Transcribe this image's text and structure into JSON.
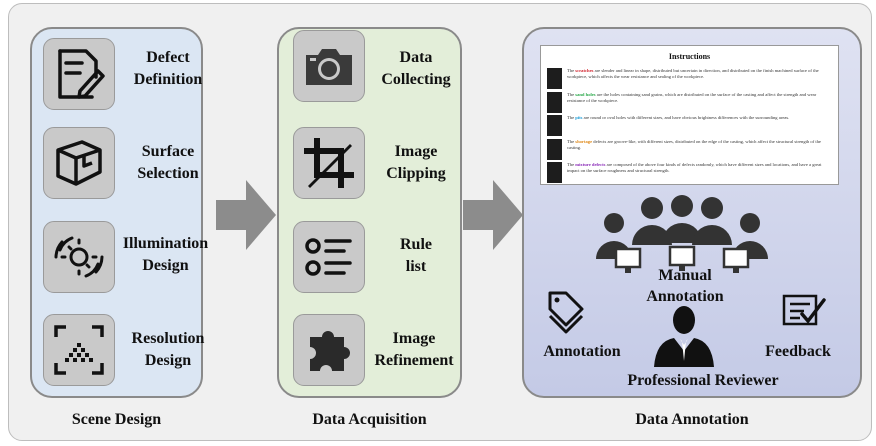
{
  "scene_design": {
    "caption": "Scene Design",
    "steps": [
      {
        "line1": "Defect",
        "line2": "Definition",
        "icon": "edit-document-icon"
      },
      {
        "line1": "Surface",
        "line2": "Selection",
        "icon": "cube-icon"
      },
      {
        "line1": "Illumination",
        "line2": "Design",
        "icon": "light-icon"
      },
      {
        "line1": "Resolution",
        "line2": "Design",
        "icon": "focus-frame-icon"
      }
    ]
  },
  "data_acquisition": {
    "caption": "Data Acquisition",
    "steps": [
      {
        "line1": "Data",
        "line2": "Collecting",
        "icon": "camera-icon"
      },
      {
        "line1": "Image",
        "line2": "Clipping",
        "icon": "crop-icon"
      },
      {
        "line1": "Rule",
        "line2": "list",
        "icon": "list-icon"
      },
      {
        "line1": "Image",
        "line2": "Refinement",
        "icon": "puzzle-icon"
      }
    ]
  },
  "data_annotation": {
    "caption": "Data Annotation",
    "instructions": {
      "title": "Instructions",
      "rows": [
        {
          "keyword": "scratches",
          "color": "#d0202a",
          "pre": "The ",
          "post": " are slender and linear in shape, distributed but uncertain in direction, and distributed on the finish machined surface of the workpiece, which affects the wear resistance and sealing of the workpiece."
        },
        {
          "keyword": "sand holes",
          "color": "#2aa84a",
          "pre": "The ",
          "post": " are the holes containing sand grains, which are distributed on the surface of the casting and affect the strength and wear resistance of the workpiece."
        },
        {
          "keyword": "pits",
          "color": "#1a9bd6",
          "pre": "The ",
          "post": " are round or oval holes with different sizes, and have obvious brightness differences with the surrounding areas."
        },
        {
          "keyword": "shortage",
          "color": "#e08a1a",
          "pre": "The ",
          "post": " defects are groove-like, with different sizes, distributed on the edge of the casting, which affect the structural strength of the casting."
        },
        {
          "keyword": "mixture defects",
          "color": "#8a2ab8",
          "pre": "The ",
          "post": " are composed of the above four kinds of defects randomly, which have different sizes and locations, and have a great impact on the surface roughness and structural strength."
        }
      ]
    },
    "manual_line1": "Manual",
    "manual_line2": "Annotation",
    "annotation_label": "Annotation",
    "feedback_label": "Feedback",
    "reviewer_label": "Professional Reviewer"
  }
}
